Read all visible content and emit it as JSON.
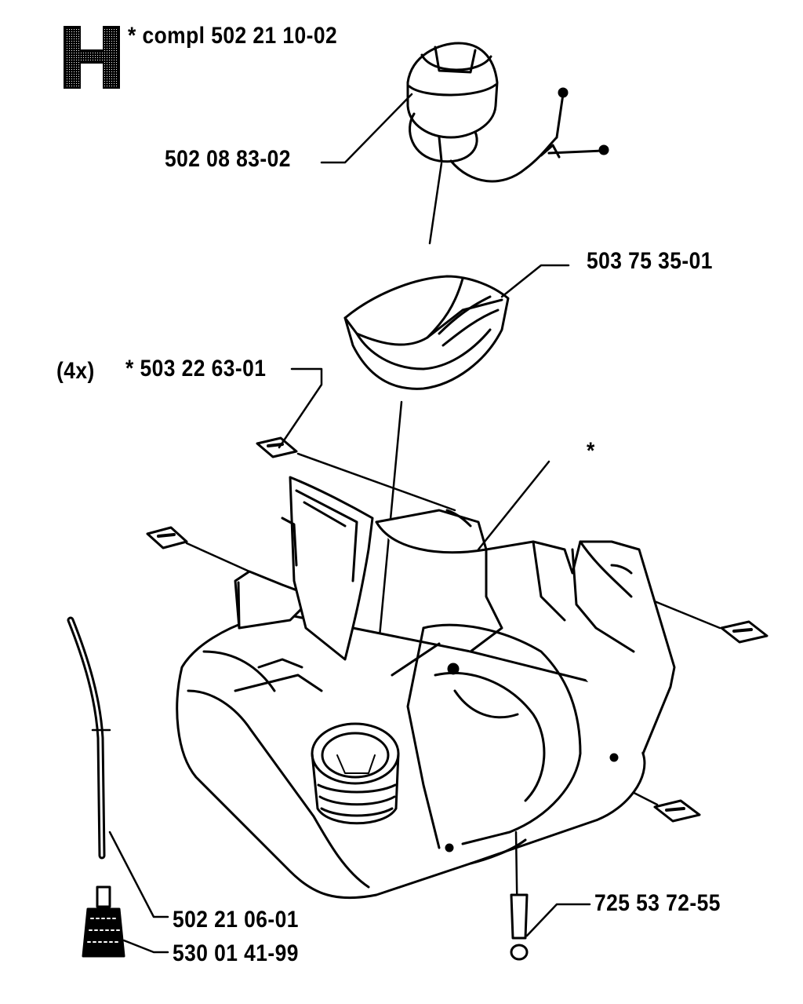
{
  "diagram": {
    "section_letter": "H",
    "labels": {
      "complete": "* compl 502 21 10-02",
      "fuel_cap": "502 08 83-02",
      "guard": "503 75 35-01",
      "qty": "(4x)",
      "nut": "* 503 22 63-01",
      "tank_star": "*",
      "hose": "502 21 06-01",
      "filter": "530 01 41-99",
      "screw": "725 53 72-55"
    },
    "colors": {
      "ink": "#000000",
      "paper": "#ffffff"
    }
  }
}
